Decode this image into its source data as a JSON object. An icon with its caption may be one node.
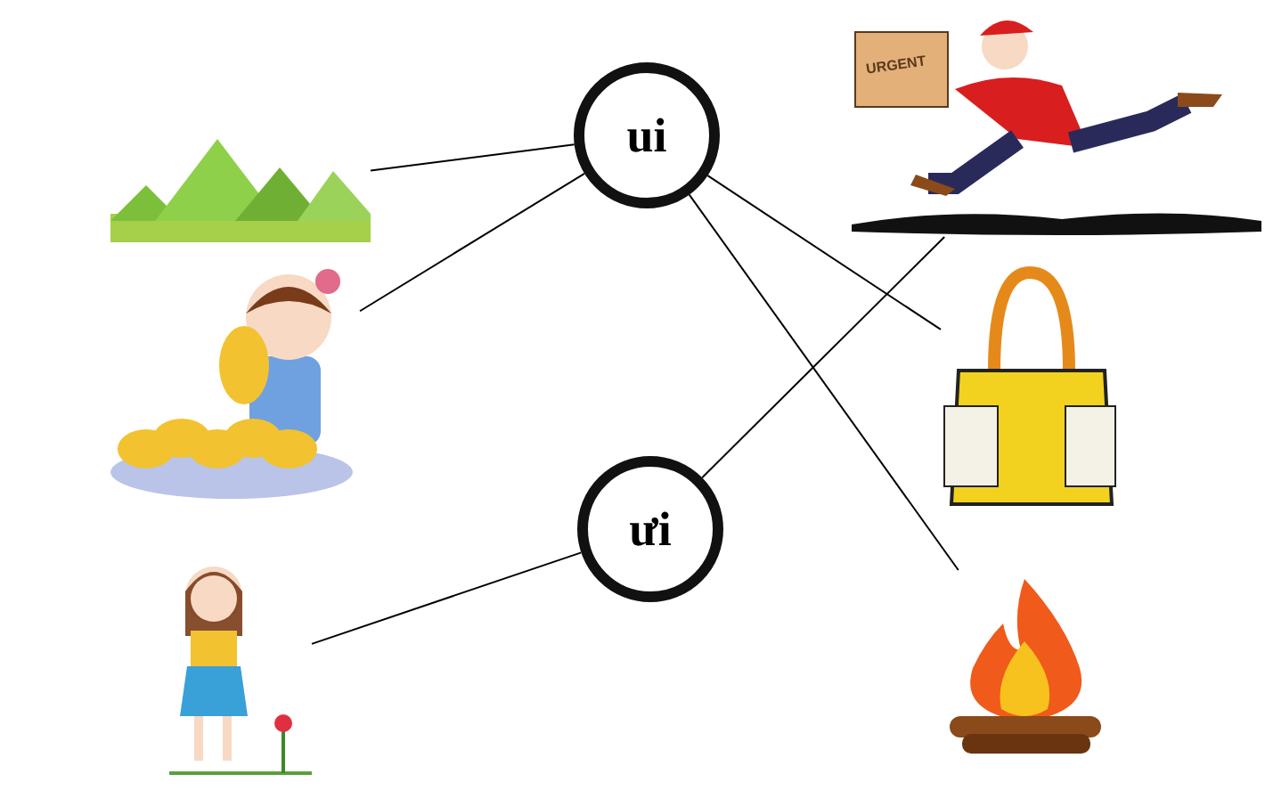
{
  "diagram": {
    "nodes": [
      {
        "text": [],
        "shape": "picture"
      },
      {
        "text": [
          "ui"
        ]
      },
      {
        "text": [],
        "shape": "picture"
      },
      {
        "text": [],
        "shape": "picture"
      },
      {
        "text": [],
        "shape": "picture"
      },
      {
        "text": [
          "ưi"
        ]
      },
      {
        "text": [],
        "shape": "picture"
      },
      {
        "text": [],
        "shape": "picture"
      }
    ],
    "edges": [
      {
        "from": 2,
        "to": 1,
        "arrow": "none"
      },
      {
        "from": 3,
        "to": 1,
        "arrow": "none"
      },
      {
        "from": 1,
        "to": 6,
        "arrow": "none"
      },
      {
        "from": 1,
        "to": 7,
        "arrow": "none"
      },
      {
        "from": 5,
        "to": 0,
        "arrow": "none"
      },
      {
        "from": 5,
        "to": 4,
        "arrow": "none"
      }
    ],
    "labels": [
      "URGENT"
    ]
  }
}
